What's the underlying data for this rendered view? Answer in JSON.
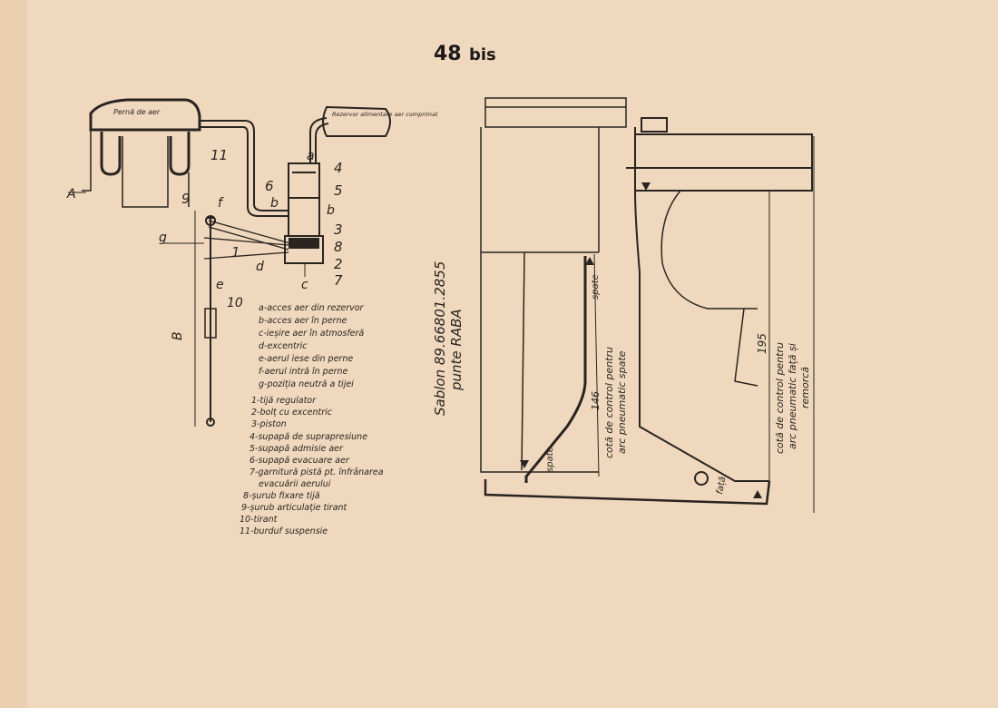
{
  "page": {
    "number": "48",
    "suffix": "bis"
  },
  "left_diagram": {
    "cushion_label": "Pernă de aer",
    "reservoir_label": "Rezervor alimentare aer comprimat",
    "letters": {
      "a": "a",
      "b1": "b",
      "b2": "b",
      "c": "c",
      "d": "d",
      "e": "e",
      "f": "f",
      "g": "g",
      "A": "A",
      "B": "B"
    },
    "numbers": [
      "1",
      "2",
      "3",
      "4",
      "5",
      "6",
      "7",
      "8",
      "9",
      "10",
      "11"
    ],
    "legend_letters": [
      "a-acces aer din rezervor",
      "b-acces aer în perne",
      "c-ieșire aer în atmosferă",
      "d-excentric",
      "e-aerul iese din perne",
      "f-aerul intră în perne",
      "g-poziția neutră a tijei"
    ],
    "legend_numbers": [
      "1-tijă regulator",
      "2-bolț cu excentric",
      "3-piston",
      "4-supapă de suprapresiune",
      "5-supapă admisie aer",
      "6-supapă evacuare aer",
      "7-garnitură pistă pt. înfrânarea",
      "evacuării aerului",
      "8-șurub fixare tijă",
      "9-șurub articulație tirant",
      "10-tirant",
      "11-burduf suspensie"
    ]
  },
  "right_diagram": {
    "template_label": "Sablon 89.66801.2855",
    "axle_label": "punte RABA",
    "rear_dimension": "146",
    "rear_caption_1": "cotă de control pentru",
    "rear_caption_2": "arc pneumatic spate",
    "rear_mark_top": "spate",
    "rear_mark_bottom": "spate",
    "front_dimension": "195",
    "front_caption_1": "cotă de control pentru",
    "front_caption_2": "arc pneumatic față și",
    "front_caption_3": "remorcă",
    "front_mark": "față"
  }
}
